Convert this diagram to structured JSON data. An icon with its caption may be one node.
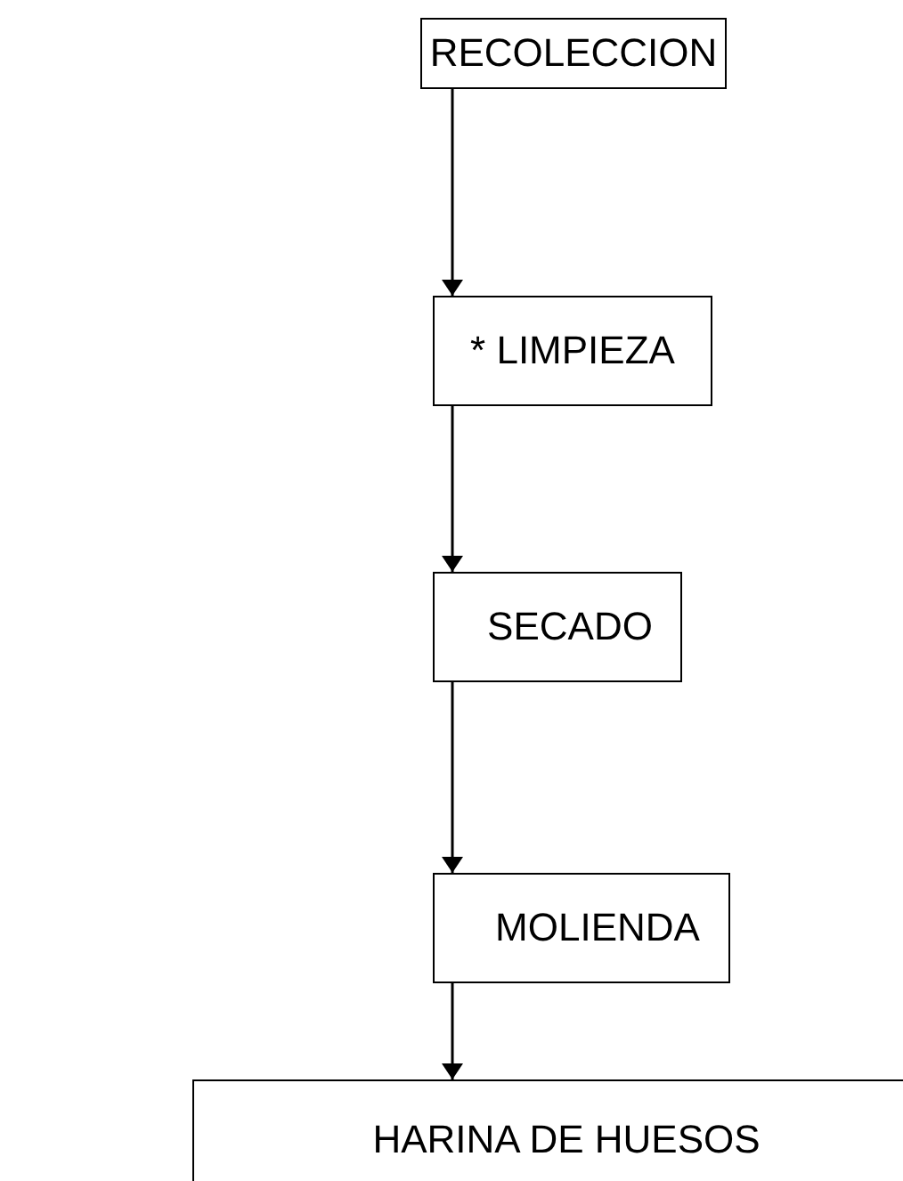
{
  "diagram": {
    "nodes": [
      {
        "text": [
          "RECOLECCION"
        ]
      },
      {
        "text": [
          "* LIMPIEZA"
        ]
      },
      {
        "text": [
          "SECADO"
        ]
      },
      {
        "text": [
          "MOLIENDA"
        ]
      },
      {
        "text": [
          "HARINA DE HUESOS"
        ]
      }
    ],
    "edges": [
      {
        "from": 0,
        "to": 1,
        "arrow": "to"
      },
      {
        "from": 1,
        "to": 2,
        "arrow": "to"
      },
      {
        "from": 2,
        "to": 3,
        "arrow": "to"
      },
      {
        "from": 3,
        "to": 4,
        "arrow": "to"
      }
    ]
  }
}
